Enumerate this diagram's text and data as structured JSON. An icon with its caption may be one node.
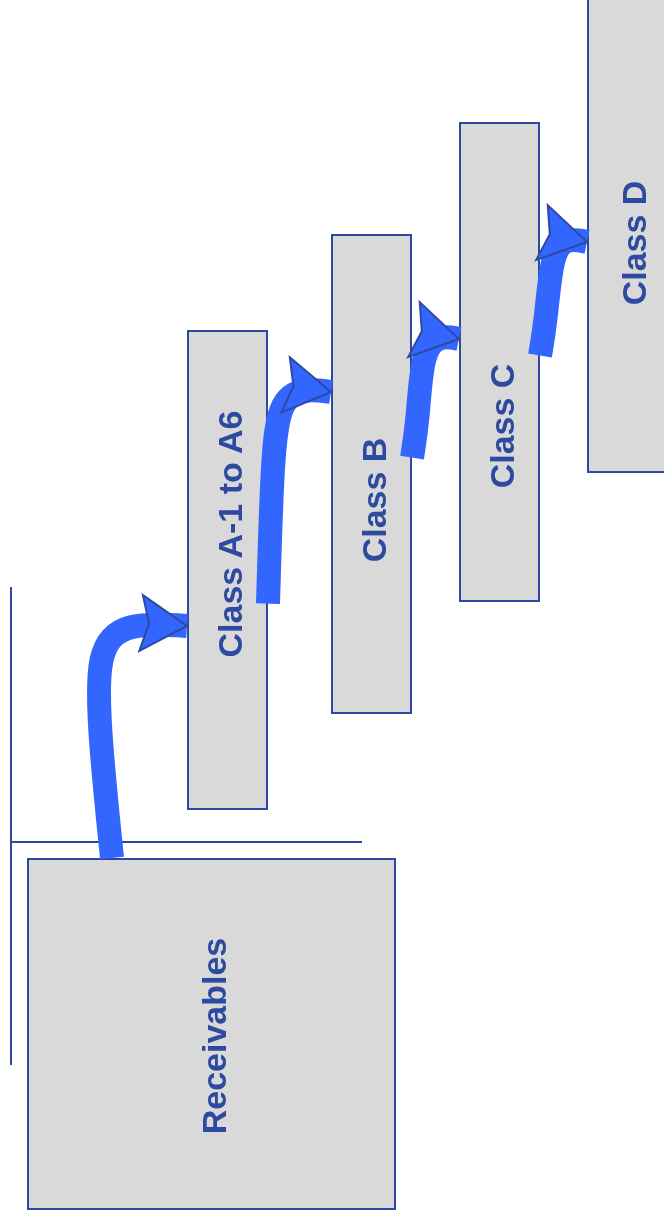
{
  "diagram": {
    "nodes": [
      {
        "text": [
          "Receivables"
        ]
      },
      {
        "text": [
          "Class A-1 to A6"
        ]
      },
      {
        "text": [
          "Class B"
        ]
      },
      {
        "text": [
          "Class C"
        ]
      },
      {
        "text": [
          "Class D"
        ]
      }
    ],
    "edges": [
      {
        "from": 0,
        "to": 1,
        "arrow": "to"
      },
      {
        "from": 1,
        "to": 2,
        "arrow": "to"
      },
      {
        "from": 2,
        "to": 3,
        "arrow": "to"
      },
      {
        "from": 3,
        "to": 4,
        "arrow": "to"
      }
    ]
  }
}
